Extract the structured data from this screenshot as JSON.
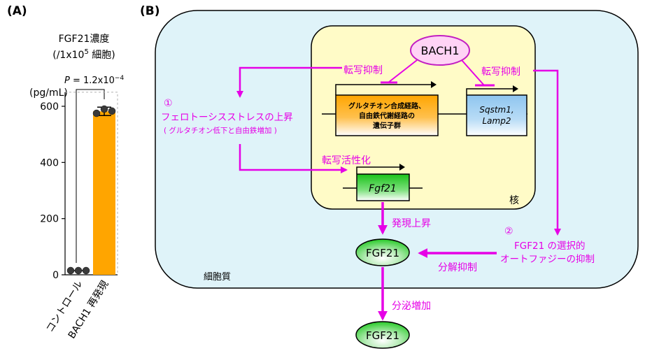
{
  "panel_a": {
    "label": "(A)",
    "title_line1": "FGF21濃度",
    "title_line2_prefix": "(/1x10",
    "title_line2_exp": "5",
    "title_line2_suffix": " 細胞)",
    "y_unit": "(pg/mL)",
    "p_prefix": "P",
    "p_value": " = 1.2x10",
    "p_exp": "−4",
    "chart_data": {
      "type": "bar",
      "categories": [
        "コントロール",
        "BACH1 再発現"
      ],
      "values": [
        15,
        582
      ],
      "error": [
        0,
        15
      ],
      "points": [
        [
          15,
          15,
          15
        ],
        [
          575,
          590,
          583
        ]
      ],
      "ylim": [
        0,
        650
      ],
      "yticks": [
        0,
        200,
        400,
        600
      ],
      "ylabel": "(pg/mL)",
      "title": "FGF21濃度 (/1x10^5 細胞)",
      "bar_color": "#ffa500"
    }
  },
  "panel_b": {
    "label": "(B)",
    "bach1": "BACH1",
    "gene1_line1": "グルタチオン合成経路、",
    "gene1_line2": "自由鉄代謝経路の",
    "gene1_line3": "遺伝子群",
    "gene2_line1": "Sqstm1,",
    "gene2_line2": "Lamp2",
    "repress_left": "転写抑制",
    "repress_right": "転写抑制",
    "step1_num": "①",
    "step1_line1": "フェロトーシスストレスの上昇",
    "step1_line2": "( グルタチオン低下と自由鉄増加 )",
    "activate": "転写活性化",
    "fgf21_gene": "Fgf21",
    "nucleus": "核",
    "expression_up": "発現上昇",
    "fgf21_protein": "FGF21",
    "step2_num": "②",
    "step2_line1": "FGF21 の選択的",
    "step2_line2": "オートファジーの抑制",
    "degrade": "分解抑制",
    "cytoplasm": "細胞質",
    "secretion": "分泌増加",
    "fgf21_secreted": "FGF21",
    "colors": {
      "magenta": "#e600e6",
      "cell": "#dff3f9",
      "nucleus": "#fffbc7",
      "orange": "#ffa500",
      "blue": "#8ec5ef",
      "green": "#3ccf3c"
    }
  }
}
